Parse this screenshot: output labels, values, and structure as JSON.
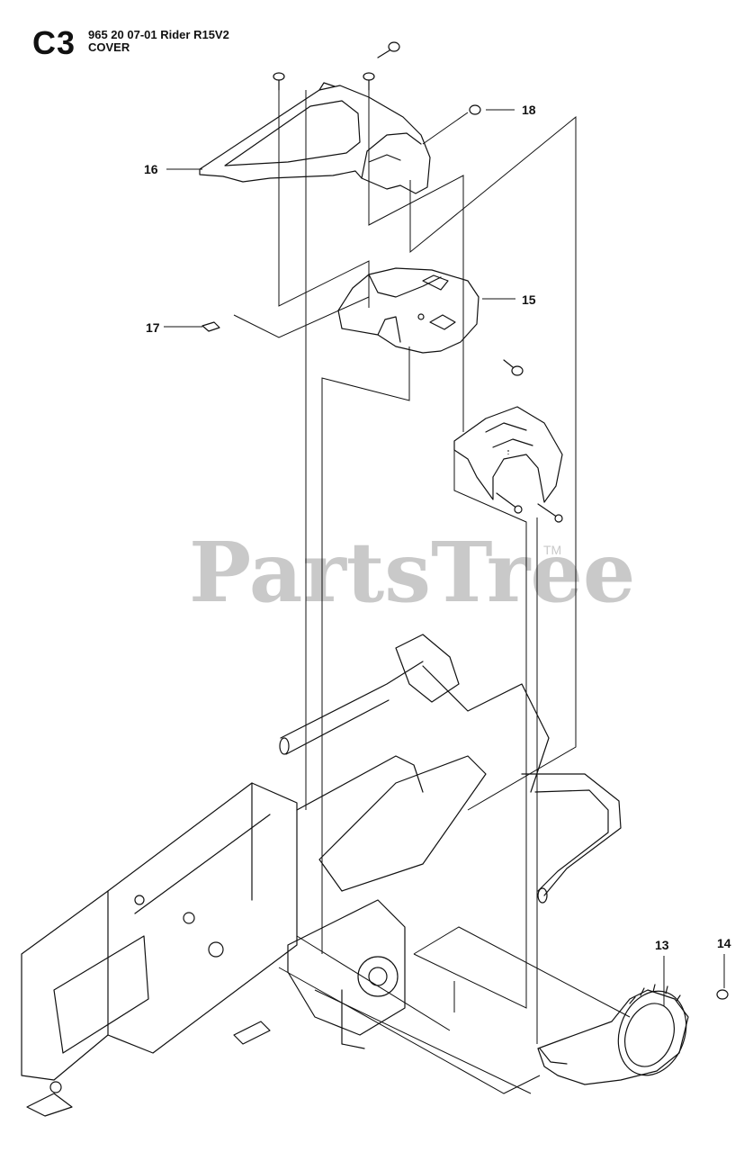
{
  "header": {
    "section_code": "C3",
    "title": "965 20 07-01 Rider R15V2",
    "subtitle": "COVER"
  },
  "watermark": {
    "text": "PartsTree",
    "tm": "TM"
  },
  "callouts": [
    {
      "id": "callout-16",
      "label": "16"
    },
    {
      "id": "callout-18",
      "label": "18"
    },
    {
      "id": "callout-15",
      "label": "15"
    },
    {
      "id": "callout-17",
      "label": "17"
    },
    {
      "id": "callout-13",
      "label": "13"
    },
    {
      "id": "callout-14",
      "label": "14"
    }
  ],
  "colors": {
    "line": "#111111",
    "watermark": "#c9c9c9",
    "background": "#ffffff"
  }
}
